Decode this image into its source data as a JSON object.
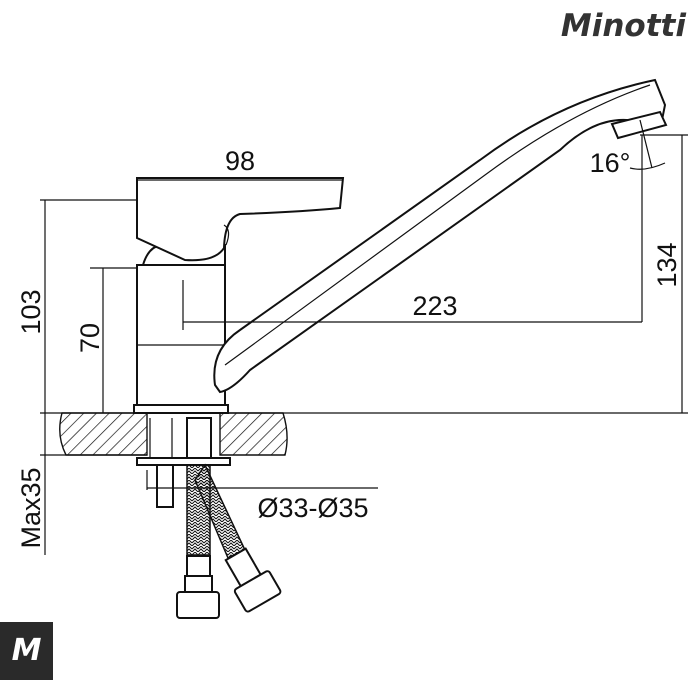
{
  "brand": {
    "name": "Minotti",
    "logo_letter": "M"
  },
  "dimensions": {
    "handle_width": "98",
    "total_height": "103",
    "body_height": "70",
    "spout_reach": "223",
    "spout_height": "134",
    "spout_angle": "16°",
    "max_thickness": "Max35",
    "hole_diameter": "Ø33-Ø35"
  }
}
